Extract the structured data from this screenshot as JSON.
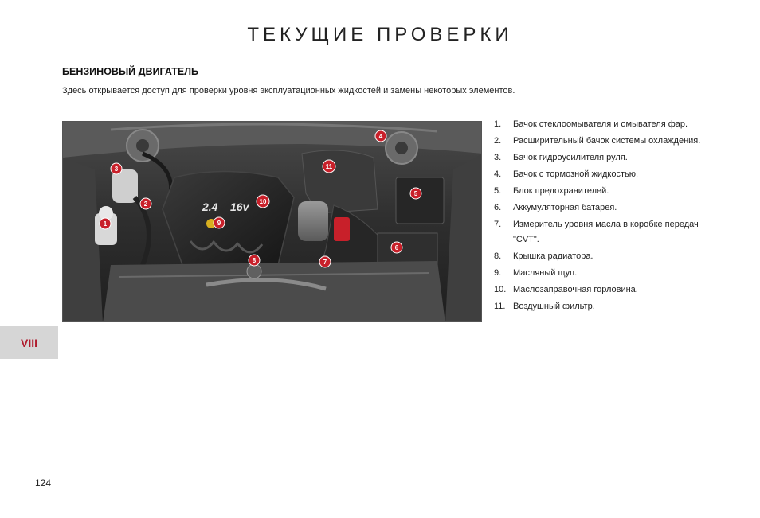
{
  "header": {
    "title": "ТЕКУЩИЕ ПРОВЕРКИ"
  },
  "section": {
    "heading": "БЕНЗИНОВЫЙ ДВИГАТЕЛЬ",
    "intro": "Здесь открывается доступ для проверки уровня эксплуатационных жидкостей и замены некоторых элементов."
  },
  "photo": {
    "engine_cover_text_1": "2.4",
    "engine_cover_text_2": "16v",
    "markers": [
      {
        "label": "1"
      },
      {
        "label": "2"
      },
      {
        "label": "3"
      },
      {
        "label": "4"
      },
      {
        "label": "5"
      },
      {
        "label": "6"
      },
      {
        "label": "7"
      },
      {
        "label": "8"
      },
      {
        "label": "9"
      },
      {
        "label": "10"
      },
      {
        "label": "11"
      }
    ],
    "colors": {
      "marker_red": "#c8202a",
      "engine_cover": "#1c1c1c",
      "accent_red": "#b01c2e"
    }
  },
  "parts": [
    {
      "num": "1.",
      "text": "Бачок стеклоомывателя и омывателя фар."
    },
    {
      "num": "2.",
      "text": "Расширительный бачок системы охлаждения."
    },
    {
      "num": "3.",
      "text": "Бачок гидроусилителя руля."
    },
    {
      "num": "4.",
      "text": "Бачок с тормозной жидкостью."
    },
    {
      "num": "5.",
      "text": "Блок предохранителей."
    },
    {
      "num": "6.",
      "text": "Аккумуляторная батарея."
    },
    {
      "num": "7.",
      "text": "Измеритель уровня масла в коробке передач \"CVT\"."
    },
    {
      "num": "8.",
      "text": "Крышка радиатора."
    },
    {
      "num": "9.",
      "text": "Масляный щуп."
    },
    {
      "num": "10.",
      "text": "Маслозаправочная горловина."
    },
    {
      "num": "11.",
      "text": "Воздушный фильтр."
    }
  ],
  "chapter_tab": "VIII",
  "page_number": "124"
}
